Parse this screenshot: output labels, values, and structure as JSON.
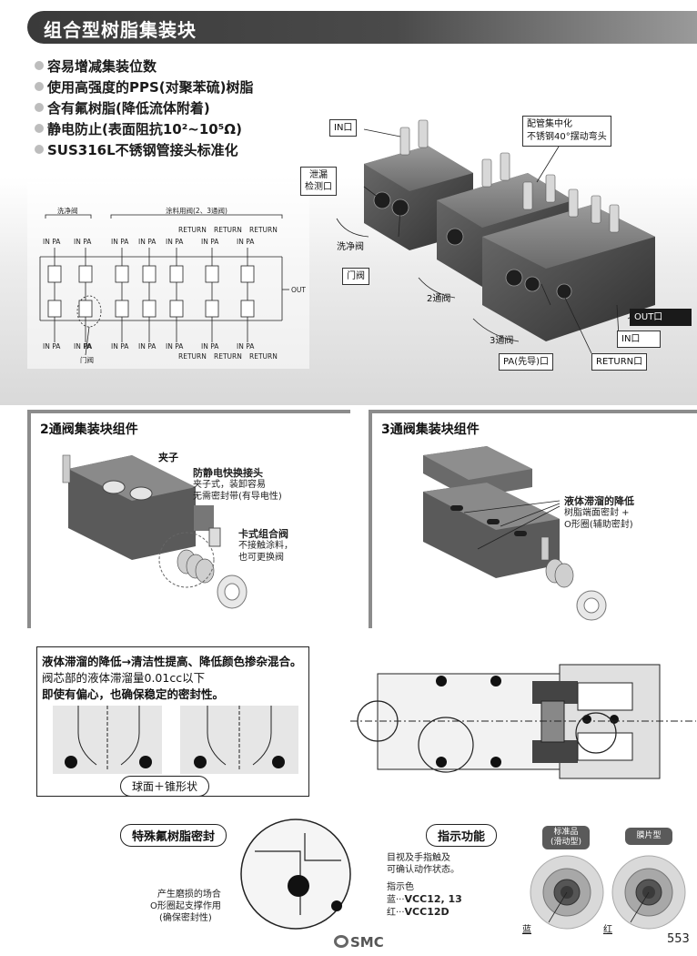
{
  "header": {
    "title": "组合型树脂集装块"
  },
  "features": [
    "容易增减集装位数",
    "使用高强度的PPS(对聚苯硫)树脂",
    "含有氟树脂(降低流体附着)",
    "静电防止(表面阻抗10²~10⁵Ω)",
    "SUS316L不锈钢管接头标准化"
  ],
  "circuit": {
    "group_wash": "洗净阀",
    "group_paint": "涂料用阀(2、3通阀)",
    "return_labels": [
      "RETURN",
      "RETURN",
      "RETURN"
    ],
    "in_pa": [
      "IN PA",
      "IN PA",
      "IN PA",
      "IN PA",
      "IN PA",
      "IN PA",
      "IN PA"
    ],
    "bottom_return": [
      "RETURN",
      "RETURN",
      "RETURN"
    ],
    "pa_label": "PA",
    "gate_label": "门阀",
    "out_label": "OUT"
  },
  "manifold_labels": {
    "in_top": "IN口",
    "piping": "配管集中化",
    "piping_sub": "不锈钢40°摆动弯头",
    "leak_1": "泄漏",
    "leak_2": "检测口",
    "wash_valve": "洗净阀",
    "gate_valve": "门阀",
    "two_way": "2通阀",
    "three_way": "3通阀",
    "out_port": "OUT口",
    "in_port": "IN口",
    "pa_port": "PA(先导)口",
    "return_port": "RETURN口"
  },
  "section_2way": {
    "title": "2通阀集装块组件",
    "clamp": "夹子",
    "antistatic_title": "防静电快换接头",
    "antistatic_l1": "夹子式，装卸容易",
    "antistatic_l2": "无需密封带(有导电性)",
    "cartridge_title": "卡式组合阀",
    "cartridge_l1": "不接触涂料，",
    "cartridge_l2": "也可更换阀"
  },
  "section_3way": {
    "title": "3通阀集装块组件",
    "retention_title": "液体滞溜的降低",
    "retention_l1": "树脂端面密封 +",
    "retention_l2": "O形圈(辅助密封)"
  },
  "info": {
    "line1": "液体滞溜的降低→清洁性提高、降低颜色掺杂混合。",
    "line2": "阀芯部的液体滞溜量0.01cc以下",
    "line3": "即使有偏心，也确保稳定的密封性。",
    "shape_label": "球面＋锥形状"
  },
  "seal": {
    "title": "特殊氟树脂密封",
    "note_l1": "产生磨损的场合",
    "note_l2": "O形圈起支撑作用",
    "note_l3": "(确保密封性)"
  },
  "indicator": {
    "title": "指示功能",
    "desc_l1": "目视及手指触及",
    "desc_l2": "可确认动作状态。",
    "color_title": "指示色",
    "blue_prefix": "蓝···",
    "blue_models": "VCC12, 13",
    "red_prefix": "红···",
    "red_models": "VCC12D",
    "std_tag_l1": "标准品",
    "std_tag_l2": "(滑动型)",
    "diaphragm_tag": "膜片型",
    "blue_label": "蓝",
    "red_label": "红"
  },
  "footer": {
    "brand": "SMC",
    "page_number": "553"
  }
}
